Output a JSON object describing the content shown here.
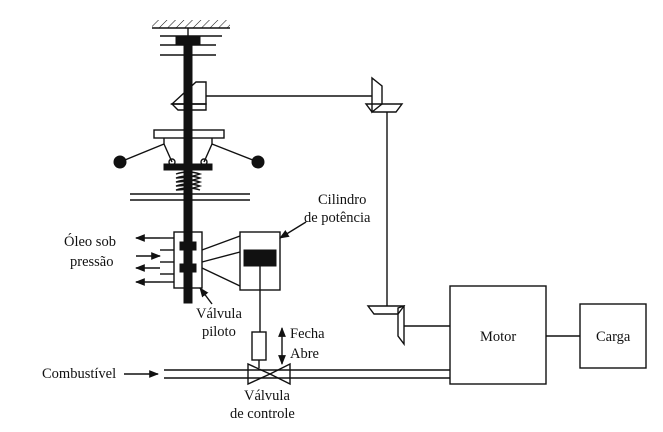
{
  "labels": {
    "oleo_line1": "Óleo sob",
    "oleo_line2": "pressão",
    "cilindro_line1": "Cilindro",
    "cilindro_line2": "de potência",
    "valvula_piloto_line1": "Válvula",
    "valvula_piloto_line2": "piloto",
    "fecha": "Fecha",
    "abre": "Abre",
    "combustivel": "Combustível",
    "valvula_controle_line1": "Válvula",
    "valvula_controle_line2": "de controle",
    "motor": "Motor",
    "carga": "Carga"
  }
}
